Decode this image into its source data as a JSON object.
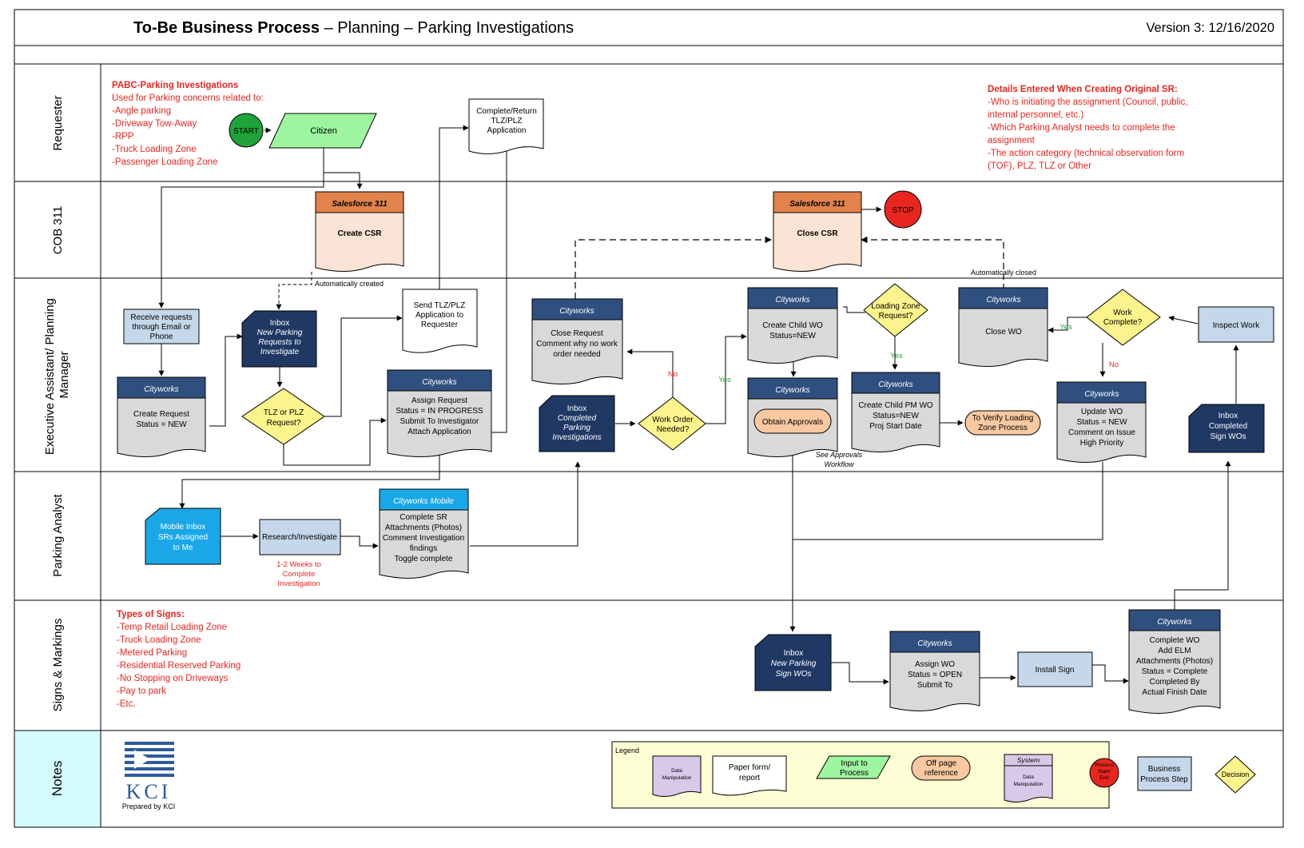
{
  "header": {
    "title_bold": "To-Be Business Process",
    "title_rest": " – Planning – Parking Investigations",
    "version": "Version 3: 12/16/2020"
  },
  "lanes": [
    "Requester",
    "COB 311",
    "Executive Assistant/ Planning Manager",
    "Parking Analyst",
    "Signs & Markings",
    "Notes"
  ],
  "notes_requester": {
    "title": "PABC-Parking Investigations",
    "lines": [
      "Used for Parking concerns related to:",
      "-Angle parking",
      "-Driveway Tow-Away",
      "-RPP",
      "-Truck Loading Zone",
      "-Passenger Loading Zone"
    ]
  },
  "notes_details": {
    "title": "Details Entered When Creating Original SR:",
    "lines": [
      "-Who is initiating the assignment (Council, public,",
      "internal personnel, etc.)",
      "-Which Parking Analyst needs to complete the",
      "assignment",
      "-The action category (technical observation form",
      "(TOF), PLZ, TLZ or Other"
    ]
  },
  "notes_signs": {
    "title": "Types of Signs:",
    "lines": [
      "-Temp Retail Loading Zone",
      "-Truck Loading Zone",
      "-Metered Parking",
      "-Residential Reserved Parking",
      "-No Stopping on Driveways",
      "-Pay to park",
      "-Etc."
    ]
  },
  "nodes": {
    "start": "START",
    "citizen": "Citizen",
    "complete_return": [
      "Complete/Return",
      "TLZ/PLZ",
      "Application"
    ],
    "sf_create_hdr": "Salesforce 311",
    "sf_create": "Create CSR",
    "auto_created": "Automatically created",
    "sf_close_hdr": "Salesforce 311",
    "sf_close": "Close CSR",
    "stop": "STOP",
    "auto_closed": "Automatically closed",
    "receive": [
      "Receive requests",
      "through Email or",
      "Phone"
    ],
    "cw_create_hdr": "Cityworks",
    "cw_create": [
      "Create Request",
      "Status = NEW"
    ],
    "inbox_new": [
      "Inbox",
      "New Parking",
      "Requests to",
      "Investigate"
    ],
    "tlz_dec": [
      "TLZ or PLZ",
      "Request?"
    ],
    "send_app": [
      "Send TLZ/PLZ",
      "Application to",
      "Requester"
    ],
    "cw_assign_hdr": "Cityworks",
    "cw_assign": [
      "Assign Request",
      "Status = IN PROGRESS",
      "Submit To Investigator",
      "Attach Application"
    ],
    "cw_closereq_hdr": "Cityworks",
    "cw_closereq": [
      "Close Request",
      "Comment why no work",
      "order needed"
    ],
    "inbox_completed": [
      "Inbox",
      "Completed",
      "Parking",
      "Investigations"
    ],
    "wo_dec": [
      "Work Order",
      "Needed?"
    ],
    "no": "No",
    "yes": "Yes",
    "cw_child_hdr": "Cityworks",
    "cw_child": [
      "Create Child WO",
      "Status=NEW"
    ],
    "lz_dec": [
      "Loading Zone",
      "Request?"
    ],
    "cw_approvals_hdr": "Cityworks",
    "obtain_approvals": "Obtain Approvals",
    "see_approvals": [
      "See Approvals",
      "Workflow"
    ],
    "cw_pm_hdr": "Cityworks",
    "cw_pm": [
      "Create Child PM WO",
      "Status=NEW",
      "Proj Start Date"
    ],
    "verify_lz": [
      "To Verify Loading",
      "Zone Process"
    ],
    "cw_closewo_hdr": "Cityworks",
    "cw_closewo": "Close WO",
    "work_dec": [
      "Work",
      "Complete?"
    ],
    "inspect": "Inspect Work",
    "cw_update_hdr": "Cityworks",
    "cw_update": [
      "Update WO",
      "Status = NEW",
      "Comment on Issue",
      "High Priority"
    ],
    "inbox_signwo": [
      "Inbox",
      "Completed",
      "Sign WOs"
    ],
    "mobile_inbox": [
      "Mobile Inbox",
      "SRs Assigned",
      "to Me"
    ],
    "research": "Research/Investigate",
    "weeks": [
      "1-2 Weeks to",
      "Complete",
      "Investigation"
    ],
    "cw_mobile_hdr": "Cityworks Mobile",
    "cw_mobile": [
      "Complete SR",
      "Attachments (Photos)",
      "Comment Investigation",
      "findings",
      "Toggle complete"
    ],
    "inbox_signs": [
      "Inbox",
      "New Parking",
      "Sign WOs"
    ],
    "cw_assignwo_hdr": "Cityworks",
    "cw_assignwo": [
      "Assign WO",
      "Status = OPEN",
      "Submit To"
    ],
    "install_sign": "Install Sign",
    "cw_completewo_hdr": "Cityworks",
    "cw_completewo": [
      "Complete WO",
      "Add ELM",
      "Attachments (Photos)",
      "Status = Complete",
      "Completed By",
      "Actual Finish Date"
    ]
  },
  "logo": {
    "text": "KCI",
    "prepared": "Prepared by KCI"
  },
  "legend": {
    "title": "Legend",
    "data_manip": [
      "Data",
      "Manipulation"
    ],
    "paper": [
      "Paper form/",
      "report"
    ],
    "input": [
      "Input to",
      "Process"
    ],
    "offpage": [
      "Off page",
      "reference"
    ],
    "system_hdr": "System",
    "system": [
      "Data",
      "Manipulation"
    ],
    "process": [
      "Process",
      "Start/",
      "End"
    ],
    "business": [
      "Business",
      "Process Step"
    ],
    "decision": "Decision"
  },
  "colors": {
    "navy": "#1f3864",
    "cityworks_header": "#2f4f7f",
    "gray_doc": "#d9d9d9",
    "salesforce_header": "#e1834b",
    "salesforce_body": "#fbe4d5",
    "decision": "#fbf38c",
    "input_green": "#9ef5a0",
    "offpage_orange": "#f8c9a0",
    "process_blue": "#c5d7ea",
    "mobile_blue": "#1aa7e8",
    "notes_cyan": "#d4fbfd",
    "legend_bg": "#fefed5",
    "red": "#e8261f",
    "start_green": "#1ea33a"
  }
}
